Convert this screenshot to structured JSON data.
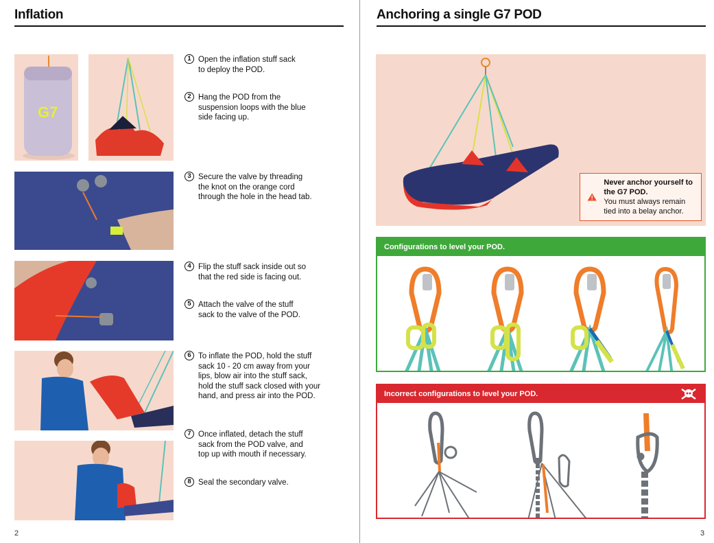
{
  "left_page": {
    "title": "Inflation",
    "page_number": "2",
    "steps": [
      {
        "num": "1",
        "text": "Open the inflation stuff sack to deploy the POD."
      },
      {
        "num": "2",
        "text": "Hang the POD from the suspension loops with the blue side facing up."
      },
      {
        "num": "3",
        "text": "Secure the valve by threading the knot on the orange cord through the hole in the head tab."
      },
      {
        "num": "4",
        "text": "Flip the stuff sack inside out so that the red side is facing out."
      },
      {
        "num": "5",
        "text": "Attach the valve of the stuff sack to the valve of the POD."
      },
      {
        "num": "6",
        "text": "To inflate the POD, hold the stuff sack 10 - 20 cm away from your lips, blow air into the stuff sack, hold the stuff sack closed with your hand, and press air into the POD."
      },
      {
        "num": "7",
        "text": "Once inflated, detach the stuff sack from the POD valve, and top up with mouth if necessary."
      },
      {
        "num": "8",
        "text": "Seal the secondary valve."
      }
    ],
    "bag_logo": "G7"
  },
  "right_page": {
    "title": "Anchoring a single G7 POD",
    "page_number": "3",
    "warning": {
      "bold": "Never anchor yourself to the G7 POD.",
      "text": "You must always remain tied into a belay anchor.",
      "icon": "warning-triangle-icon"
    },
    "correct_panel": {
      "title": "Configurations to level your POD.",
      "color": "#3fa83a"
    },
    "incorrect_panel": {
      "title": "Incorrect configurations to level your POD.",
      "color": "#d9282f",
      "icon": "skull-crossbones-icon"
    }
  }
}
